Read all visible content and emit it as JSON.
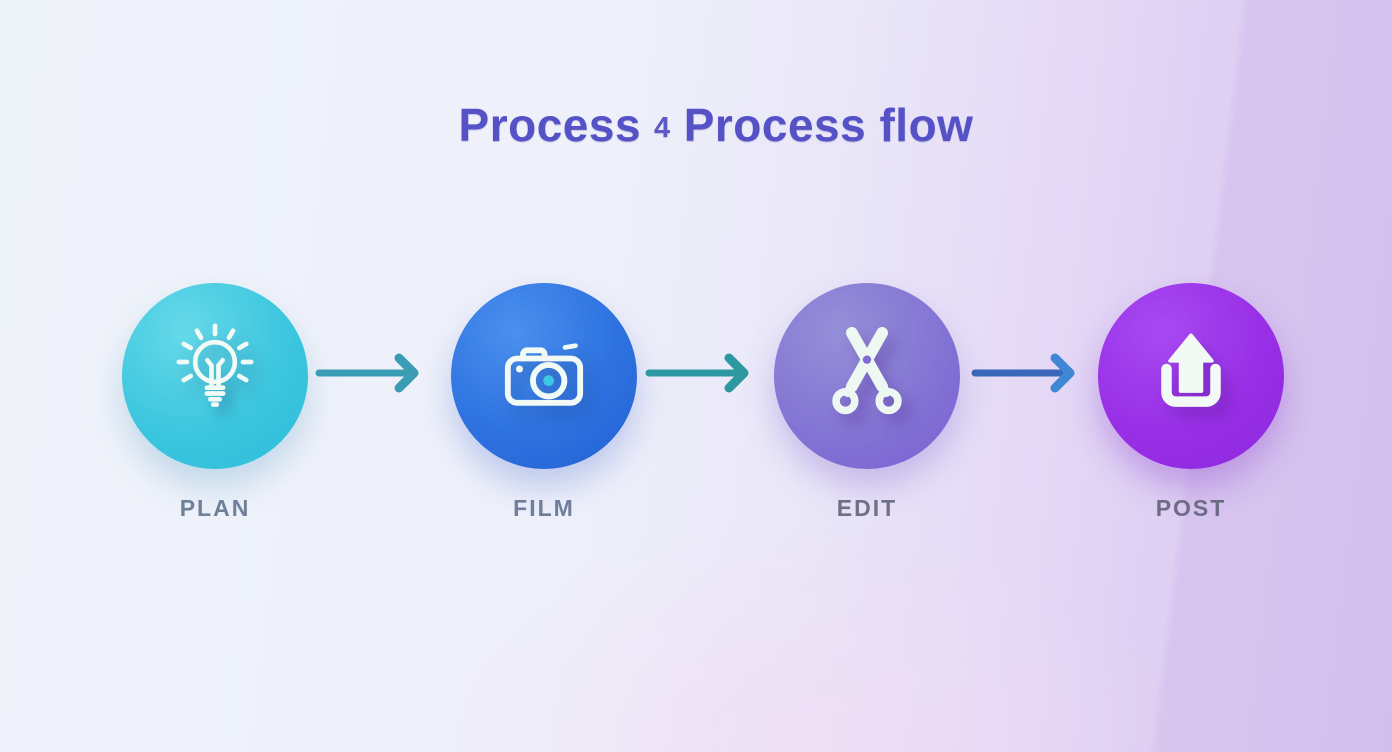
{
  "title": {
    "text_before": "Process",
    "separator": "4",
    "text_after": "Process flow",
    "color": "#5551c6"
  },
  "background": {
    "left_color": "#eff3fa",
    "mid_color": "#eae7f8",
    "right_color": "#d3bfed",
    "right_band_edge_color": "#d7c5ef"
  },
  "steps": [
    {
      "label": "PLAN",
      "icon": "lightbulb-icon",
      "circle_gradient_start": "#66d9e9",
      "circle_gradient_end": "#2dbcd9",
      "label_color": "#6f8098"
    },
    {
      "label": "FILM",
      "icon": "camera-icon",
      "circle_gradient_start": "#4a90ee",
      "circle_gradient_end": "#2260d3",
      "label_color": "#6f7f9b",
      "lens_dot_color": "#3cc8e2"
    },
    {
      "label": "EDIT",
      "icon": "scissors-icon",
      "circle_gradient_start": "#958fd8",
      "circle_gradient_end": "#7a5fd3",
      "label_color": "#6f7086",
      "pivot_color": "#7e6ad4"
    },
    {
      "label": "POST",
      "icon": "upload-icon",
      "circle_gradient_start": "#a749f2",
      "circle_gradient_end": "#8c28dd",
      "label_color": "#6e6b86"
    }
  ],
  "arrows": [
    {
      "name": "arrow-plan-to-film",
      "color": "#3a9db4"
    },
    {
      "name": "arrow-film-to-edit",
      "color": "#2d98a0"
    },
    {
      "name": "arrow-edit-to-post",
      "color": "#3a66bb",
      "head_color": "#3f86d4"
    }
  ],
  "icon_color": "#f2faf6"
}
